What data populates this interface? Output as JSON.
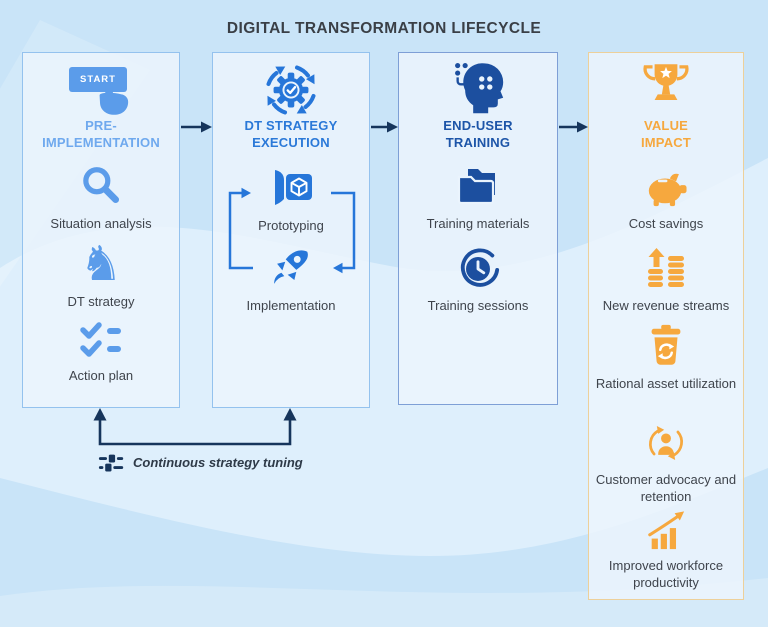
{
  "title": "DIGITAL TRANSFORMATION LIFECYCLE",
  "start_button": "START",
  "loop_label": "Continuous strategy tuning",
  "colors": {
    "background": "#C9E4F8",
    "flow_arrow_navy": "#16355C",
    "col1_accent": "#5B9CEA",
    "col2_accent": "#2676D9",
    "col3_accent": "#1C4F9F",
    "col4_accent": "#F6A83E",
    "panel_border_blue": "#94C2EE",
    "panel_border_indigo": "#7E9FD6",
    "panel_border_gold": "#EDD09A",
    "title_color": "#3A3F46",
    "label_color": "#3F444C"
  },
  "columns": [
    {
      "id": "pre-implementation",
      "heading_line1": "PRE-",
      "heading_line2": "IMPLEMENTATION",
      "header_icon": "start-click-icon",
      "items": [
        {
          "icon": "search-icon",
          "label": "Situation analysis"
        },
        {
          "icon": "chess-knight-icon",
          "label": "DT strategy"
        },
        {
          "icon": "checklist-icon",
          "label": "Action plan"
        }
      ]
    },
    {
      "id": "dt-strategy-execution",
      "heading_line1": "DT STRATEGY",
      "heading_line2": "EXECUTION",
      "header_icon": "gear-cycle-icon",
      "items": [
        {
          "icon": "prototyping-icon",
          "label": "Prototyping"
        },
        {
          "icon": "rocket-icon",
          "label": "Implementation"
        }
      ]
    },
    {
      "id": "end-user-training",
      "heading_line1": "END-USER",
      "heading_line2": "TRAINING",
      "header_icon": "learning-head-icon",
      "items": [
        {
          "icon": "folder-icon",
          "label": "Training materials"
        },
        {
          "icon": "clock-cycle-icon",
          "label": "Training sessions"
        }
      ]
    },
    {
      "id": "value-impact",
      "heading_line1": "VALUE",
      "heading_line2": "IMPACT",
      "header_icon": "trophy-icon",
      "items": [
        {
          "icon": "piggy-bank-icon",
          "label": "Cost savings"
        },
        {
          "icon": "coins-icon",
          "label": "New revenue streams"
        },
        {
          "icon": "recycle-bin-icon",
          "label": "Rational asset utilization"
        },
        {
          "icon": "customer-loop-icon",
          "label": "Customer advocacy and retention"
        },
        {
          "icon": "growth-chart-icon",
          "label": "Improved workforce productivity"
        }
      ]
    }
  ]
}
